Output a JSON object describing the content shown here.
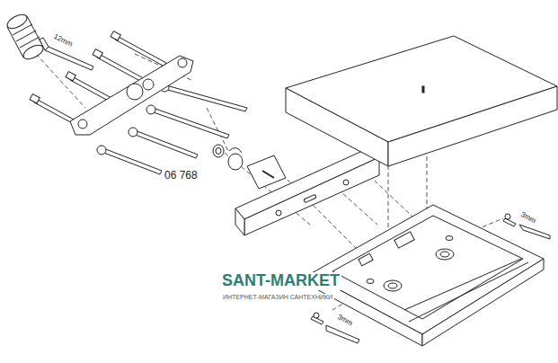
{
  "diagram": {
    "labels": [
      "12mm",
      "06 768",
      "3mm",
      "3mm",
      "SANT-MARKET",
      "ИНТЕРНЕТ-МАГАЗИН САНТЕХНИКИ"
    ]
  }
}
